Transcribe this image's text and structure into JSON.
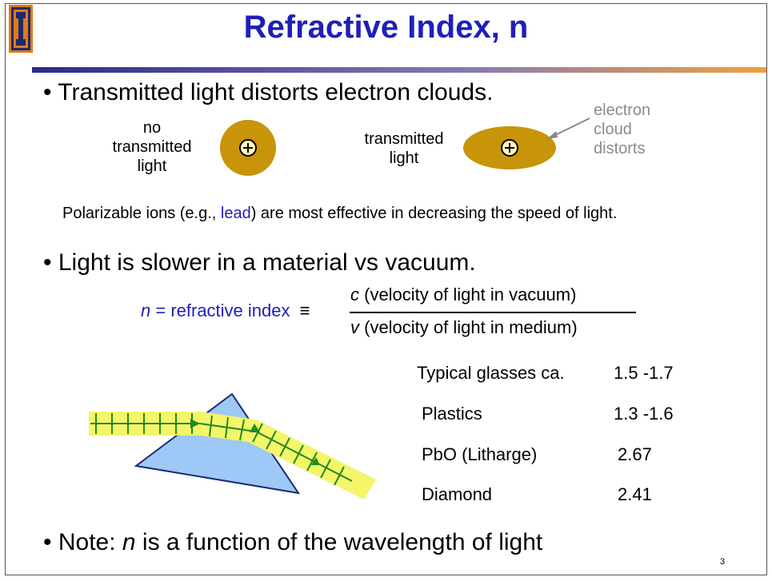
{
  "title": "Refractive Index, n",
  "bullet1": "Transmitted light distorts electron clouds.",
  "diagram": {
    "left_label": [
      "no",
      "transmitted",
      "light"
    ],
    "right_label": [
      "transmitted",
      "light"
    ],
    "annotation": [
      "electron",
      "cloud",
      "distorts"
    ],
    "plus_symbol": "+"
  },
  "note": {
    "prefix": "Polarizable ions (e.g., ",
    "highlight": "lead",
    "suffix": ") are most effective in decreasing the speed of light."
  },
  "bullet2": "Light is slower in a material vs vacuum.",
  "formula": {
    "n": "n",
    "lhs": " = refractive index",
    "equiv": "≡",
    "num_var": "c",
    "num_text": " (velocity of light in vacuum)",
    "den_var": "v",
    "den_text": " (velocity of light in medium)"
  },
  "table": [
    {
      "material": "Typical glasses ca.",
      "value": "1.5 -1.7"
    },
    {
      "material": "Plastics",
      "value": "1.3 -1.6"
    },
    {
      "material": "PbO (Litharge)",
      "value": "2.67"
    },
    {
      "material": "Diamond",
      "value": "2.41"
    }
  ],
  "bullet3": {
    "prefix": "Note:  ",
    "var": "n",
    "suffix": " is a function of the wavelength of light"
  },
  "page_number": "3",
  "colors": {
    "title": "#1f1fb8",
    "cloud": "#c8940a",
    "prism": "#9ec8f5",
    "beam": "#f5f56a",
    "wave": "#1e8c1e"
  }
}
